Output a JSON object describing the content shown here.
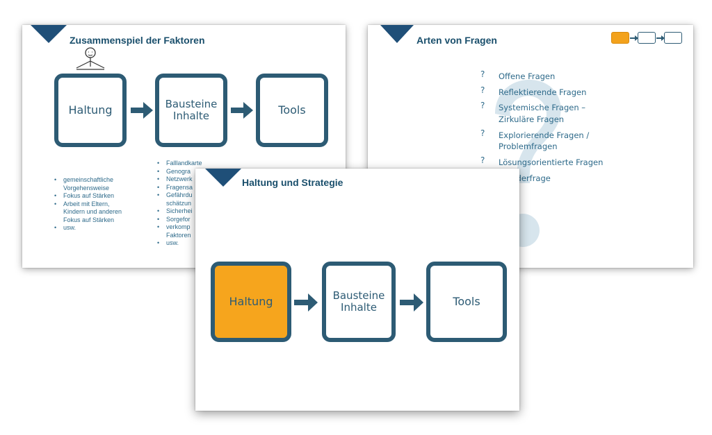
{
  "slide1": {
    "title": "Zusammenspiel der Faktoren",
    "boxes": [
      "Haltung",
      "Bausteine Inhalte",
      "Tools"
    ],
    "left_bullets": [
      "gemeinschaftliche Vorgehensweise",
      "Fokus auf Stärken",
      "Arbeit mit Eltern, Kindern und anderen Fokus auf Stärken",
      "usw."
    ],
    "middle_bullets": [
      "Falllandkarte",
      "Genogra",
      "Netzwerk",
      "Fragensa",
      "Gefährdu schätzun",
      "Sicherhei",
      "Sorgefor",
      "verkomp Faktoren",
      "usw."
    ]
  },
  "slide2": {
    "title": "Arten von Fragen",
    "question_marker": "?",
    "questions": [
      "Offene Fragen",
      "Reflektierende Fragen",
      "Systemische Fragen – Zirkuläre Fragen",
      "Explorierende Fragen / Problemfragen",
      "Lösungsorientierte Fragen",
      "Wunderfrage"
    ],
    "progress_active_index": 0
  },
  "slide3": {
    "title": "Haltung und Strategie",
    "boxes": [
      "Haltung",
      "Bausteine Inhalte",
      "Tools"
    ],
    "highlight_color": "#f6a51d"
  },
  "colors": {
    "accent_dark": "#1a4f6c",
    "box_border": "#2d5b74",
    "orange": "#f6a51d",
    "corner_triangle": "#1f4f78"
  }
}
